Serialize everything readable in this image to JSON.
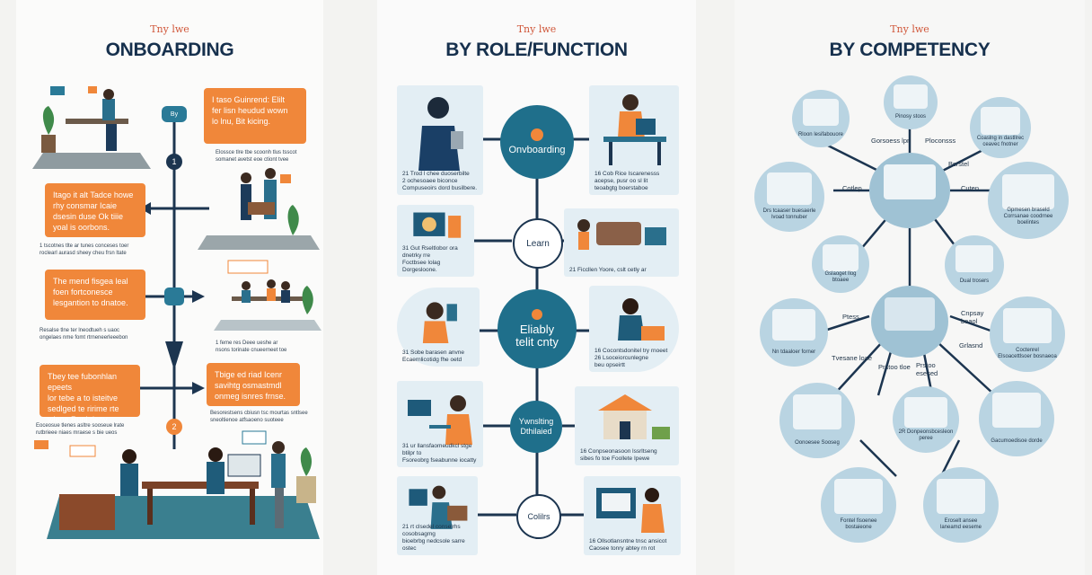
{
  "onboarding": {
    "kicker": "Tny lwe",
    "title": "ONBOARDING",
    "boxes": [
      "I taso Guinrend: Elilt\nfer lisn heudud wown\nlo lnu, Bit kicing.",
      "Itago it alt Tadce howe\nrhy consmar Icaie\ndsesin duse Ok tiiie\nyoal is oorbons.",
      "The mend fisgea leal\nfoen fortconesce\nlesgantion to dnatoe.",
      "Tbey tee fubonhlan epeets\nlor tebe a to isteitve\nsedlged te ririme rte\nwlene Rupi rleny",
      "Tbige ed riad Icenr\nsavihtg osmastmdl\nonmeg isnres frnse."
    ],
    "captions": [
      "Elossce tlre tbe scoonh tlus tsscot\nsomanet avetst eoe ctiont tvee",
      "1 tscotnes tlte ar tunes conceses toer\nroclearl aurasd sheey cheu frsn ltate",
      "Resalse tlne ter lneodtueh s uaoc\nongelaes nme fomt rtrneneerleeebon",
      "1 feme res Deee ueshe ar\nnsons torinate cnueerneet toe",
      "Eoceosue tlenes asltre sooseue lrate\nrutbrieee niaes mraese s bie ueos",
      "Besorestsens cbiusn tsc mourtas sntlsee\nsneoltienoe atfsaoeno suoteee"
    ],
    "markers": [
      "By",
      "1",
      "2"
    ]
  },
  "role": {
    "kicker": "Tny lwe",
    "title": "BY ROLE/FUNCTION",
    "hubs": [
      "Onvboarding",
      "Learn",
      "Eliably\ntelit cnty",
      "Ywnslting\nDthilaied",
      "Colilrs"
    ],
    "cards_left": [
      "21 Trod l chee duoserbilte\n2 ochesoaee biconce\nCompuseoirs dord busilbere.",
      "31 Gut Rseltlobor ora dnetrky rre\nFoctbsee lolag Dorgesloone.",
      "31 Sobe barasen anvne\nEcaernlicotidg fhe oetd",
      "31 ur llansfaomeudkcl stge btilpr to\nFsoreobrg fseabunne iocatty",
      "21 rt clsedel conselrhs cosobsagmg\nbioebrbg nedcsole sarre ostec"
    ],
    "cards_right": [
      "16 Cob Rice Iscarenesss\nacepse, pusr oo sl lit\nteoabgtg boerstaboe",
      "21 Ficcllen Yoore, cslt cetly ar",
      "16 Cocontsdonitel try rnoeet\n26 Lsoceiorcunlegne\nbeu opseirtt",
      "16 Conpseonasoon lssrltseng\nsibes fo toe Foollete Ipewe",
      "16 Ollsotlansntne tnsc ansicot\nCaosee tonry abtey rn rot"
    ]
  },
  "competency": {
    "kicker": "Tny lwe",
    "title": "BY COMPETENCY",
    "bubbles": [
      "Rloon lesifabouore",
      "Pinosy stoos",
      "Coaslng in dastllrec\nceavec fnotner",
      "Drs tcaaser buesaerle\nlvoad tonnuber",
      "Gpmesen braseld\nCorrsanae coodrnee\nboelintes",
      "Gslaoget llog\nbtoaee",
      "Dual trosers",
      "Nn tdaaloer forner",
      "Coctenrel\nElsoacettlsoer bosnaeoa",
      "Oonoesee Sooseg",
      "2R Donpeonsbcesleon\nperee",
      "Gacumoedisoe dorde",
      "Fontel fisoenee\nbostaieone",
      "Eroselt ansee\nlaneamd eeseme"
    ],
    "labels": [
      "Gorsoess lpn",
      "Ploconsss",
      "Cotlep",
      "Cuten",
      "Bsrstel",
      "Ptess",
      "Cnpsay\nbeaol",
      "Tvesane loae",
      "Prstoo tloe",
      "Prstoo\nesesed",
      "Grlasnd"
    ]
  }
}
